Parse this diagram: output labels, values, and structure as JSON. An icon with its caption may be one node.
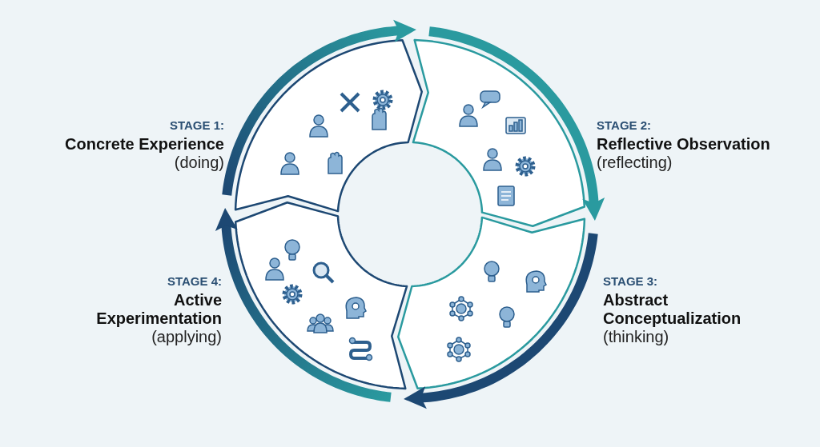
{
  "diagram": {
    "nodes": [
      {
        "text": [],
        "shape": "segment",
        "beside": [
          "STAGE 1:",
          "Concrete Experience",
          "(doing)"
        ]
      },
      {
        "text": [],
        "shape": "segment",
        "beside": [
          "STAGE 2:",
          "Reflective Observation",
          "(reflecting)"
        ]
      },
      {
        "text": [],
        "shape": "segment",
        "beside": [
          "STAGE 3:",
          "Abstract Conceptualization",
          "(thinking)"
        ]
      },
      {
        "text": [],
        "shape": "segment",
        "beside": [
          "STAGE 4:",
          "Active Experimentation",
          "(applying)"
        ]
      }
    ],
    "edges": [
      {
        "from": 0,
        "to": 1,
        "arrow": "to"
      },
      {
        "from": 1,
        "to": 2,
        "arrow": "to"
      },
      {
        "from": 2,
        "to": 3,
        "arrow": "to"
      },
      {
        "from": 3,
        "to": 0,
        "arrow": "to"
      }
    ]
  }
}
